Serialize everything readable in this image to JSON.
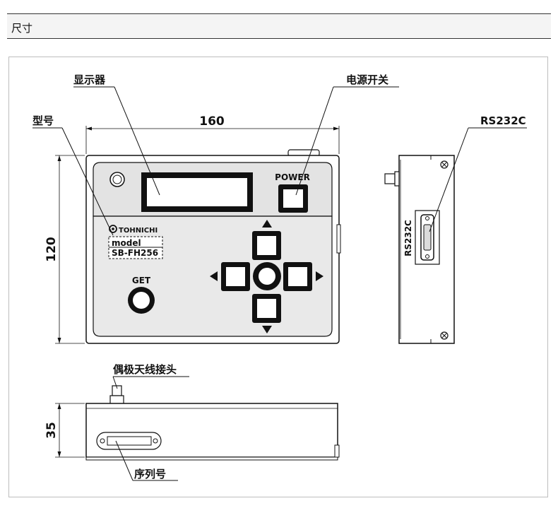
{
  "header": {
    "title": "尺寸"
  },
  "labels": {
    "display": "显示器",
    "power_switch": "电源开关",
    "model": "型号",
    "rs232c_label": "RS232C",
    "dipole_antenna": "偶极天线接头",
    "serial_number": "序列号"
  },
  "dimensions": {
    "width": "160",
    "height": "120",
    "depth": "35"
  },
  "device": {
    "power_button_label": "POWER",
    "get_button_label": "GET",
    "brand": "TOHNICHI",
    "model_caption": "model",
    "model_number": "SB-FH256",
    "side_port_label": "RS232C"
  }
}
